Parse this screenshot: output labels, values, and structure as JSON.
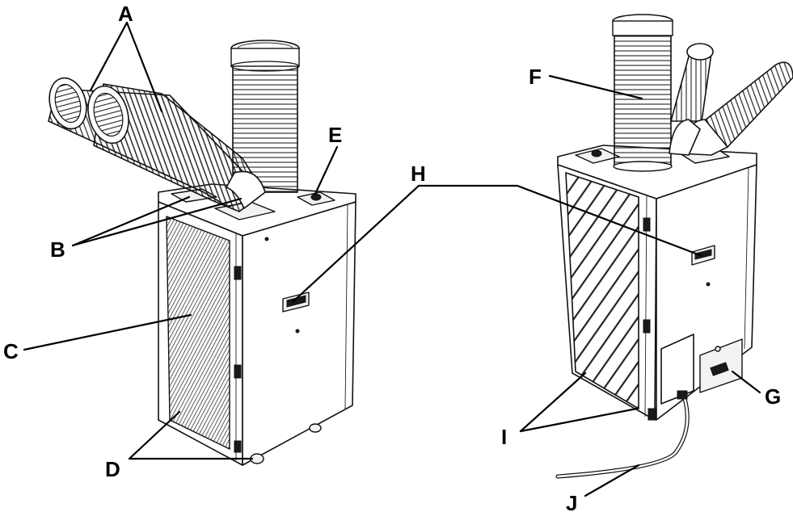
{
  "labels": {
    "A": "A",
    "B": "B",
    "C": "C",
    "D": "D",
    "E": "E",
    "F": "F",
    "G": "G",
    "H": "H",
    "I": "I",
    "J": "J"
  },
  "colors": {
    "line": "#111111",
    "background": "#ffffff"
  }
}
